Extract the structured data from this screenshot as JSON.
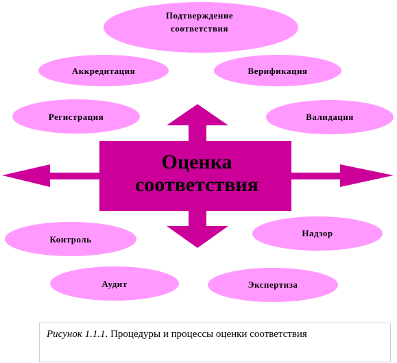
{
  "colors": {
    "ellipse_fill": "#ff99ff",
    "center_fill": "#cc0099",
    "arrow_fill": "#cc0099"
  },
  "center": {
    "line1": "Оценка",
    "line2": "соответствия"
  },
  "ellipses": {
    "confirmation": {
      "line1": "Подтверждение",
      "line2": "соответствия"
    },
    "accreditation": "Аккредитация",
    "verification": "Верификация",
    "registration": "Регистрация",
    "validation": "Валидация",
    "control": "Контроль",
    "supervision": "Надзор",
    "audit": "Аудит",
    "expertise": "Экспертиза"
  },
  "caption": {
    "figure_label": "Рисунок 1.1.1.",
    "text": " Процедуры и процессы оценки соответствия"
  }
}
